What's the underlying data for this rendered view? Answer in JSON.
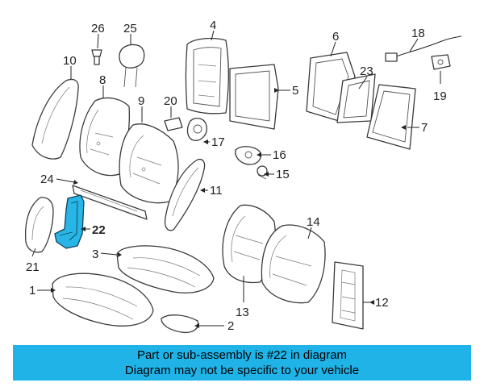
{
  "callouts": {
    "c1": "1",
    "c2": "2",
    "c3": "3",
    "c4": "4",
    "c5": "5",
    "c6": "6",
    "c7": "7",
    "c8": "8",
    "c9": "9",
    "c10": "10",
    "c11": "11",
    "c12": "12",
    "c13": "13",
    "c14": "14",
    "c15": "15",
    "c16": "16",
    "c17": "17",
    "c18": "18",
    "c19": "19",
    "c20": "20",
    "c21": "21",
    "c22": "22",
    "c23": "23",
    "c24": "24",
    "c25": "25",
    "c26": "26"
  },
  "highlighted_part": "22",
  "colors": {
    "highlight": "#27b6e6",
    "banner": "#1fb3e8"
  },
  "banner": {
    "line1": "Part or sub-assembly is #22 in diagram",
    "line2": "Diagram may not be specific to your vehicle"
  }
}
